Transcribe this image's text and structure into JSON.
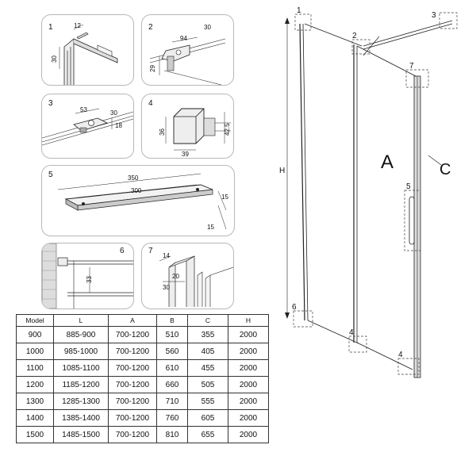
{
  "details": [
    {
      "num": "1",
      "dims": [
        "12",
        "30"
      ]
    },
    {
      "num": "2",
      "dims": [
        "94",
        "30",
        "29"
      ]
    },
    {
      "num": "3",
      "dims": [
        "53",
        "30",
        "18"
      ]
    },
    {
      "num": "4",
      "dims": [
        "36",
        "42.5",
        "39"
      ]
    },
    {
      "num": "5",
      "dims": [
        "350",
        "300",
        "15",
        "15"
      ]
    },
    {
      "num": "6",
      "dims": [
        "33"
      ]
    },
    {
      "num": "7",
      "dims": [
        "14",
        "20",
        "30"
      ]
    }
  ],
  "table": {
    "headers": [
      "Model",
      "L",
      "A",
      "B",
      "C",
      "H"
    ],
    "rows": [
      [
        "900",
        "885-900",
        "700-1200",
        "510",
        "355",
        "2000"
      ],
      [
        "1000",
        "985-1000",
        "700-1200",
        "560",
        "405",
        "2000"
      ],
      [
        "1100",
        "1085-1100",
        "700-1200",
        "610",
        "455",
        "2000"
      ],
      [
        "1200",
        "1185-1200",
        "700-1200",
        "660",
        "505",
        "2000"
      ],
      [
        "1300",
        "1285-1300",
        "700-1200",
        "710",
        "555",
        "2000"
      ],
      [
        "1400",
        "1385-1400",
        "700-1200",
        "760",
        "605",
        "2000"
      ],
      [
        "1500",
        "1485-1500",
        "700-1200",
        "810",
        "655",
        "2000"
      ]
    ]
  },
  "drawing": {
    "callouts": [
      "1",
      "2",
      "3",
      "7",
      "5",
      "6",
      "4",
      "4"
    ],
    "height_label": "H",
    "panel_a": "A",
    "panel_c": "C"
  }
}
